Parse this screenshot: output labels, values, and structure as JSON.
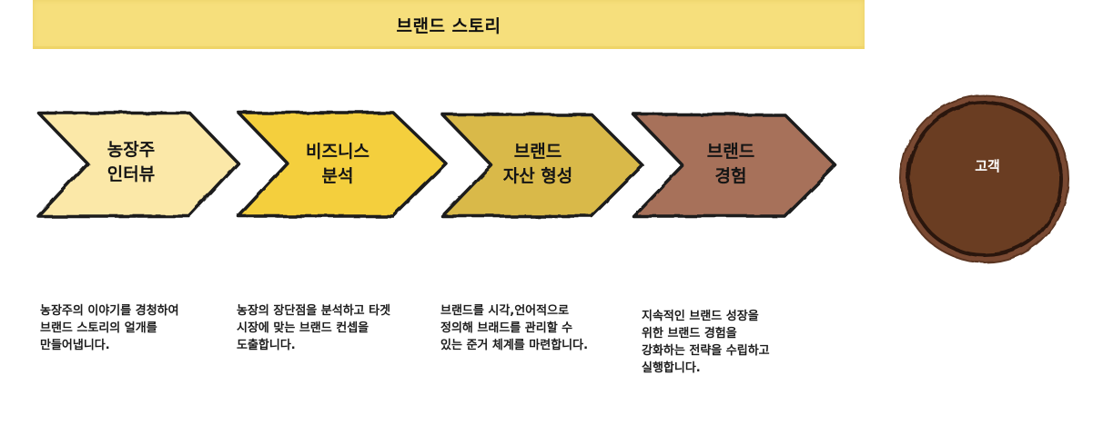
{
  "banner": {
    "title": "브랜드 스토리"
  },
  "steps": [
    {
      "label_lines": [
        "농장주",
        "인터뷰"
      ],
      "color": "#fbe8a8",
      "description_lines": [
        "농장주의 이야기를 경청하여",
        "브랜드  스토리의 얼개를",
        "만들어냅니다."
      ]
    },
    {
      "label_lines": [
        "비즈니스",
        "분석"
      ],
      "color": "#f4cf3e",
      "description_lines": [
        "농장의 장단점을 분석하고 타겟",
        "시장에 맞는  브랜드 컨셉을",
        "도출합니다."
      ]
    },
    {
      "label_lines": [
        "브랜드",
        "자산 형성"
      ],
      "color": "#d9b94a",
      "description_lines": [
        "브랜드를 시각,언어적으로",
        "정의해 브래드를 관리할 수",
        "있는 준거 체계를 마련합니다."
      ]
    },
    {
      "label_lines": [
        "브랜드",
        "경험"
      ],
      "color": "#a7715a",
      "description_lines": [
        "지속적인 브랜드 성장을",
        "위한 브랜드 경험을",
        "강화하는 전략을 수립하고",
        "실행합니다."
      ]
    }
  ],
  "customer": {
    "label": "고객",
    "color": "#6a3c24"
  }
}
